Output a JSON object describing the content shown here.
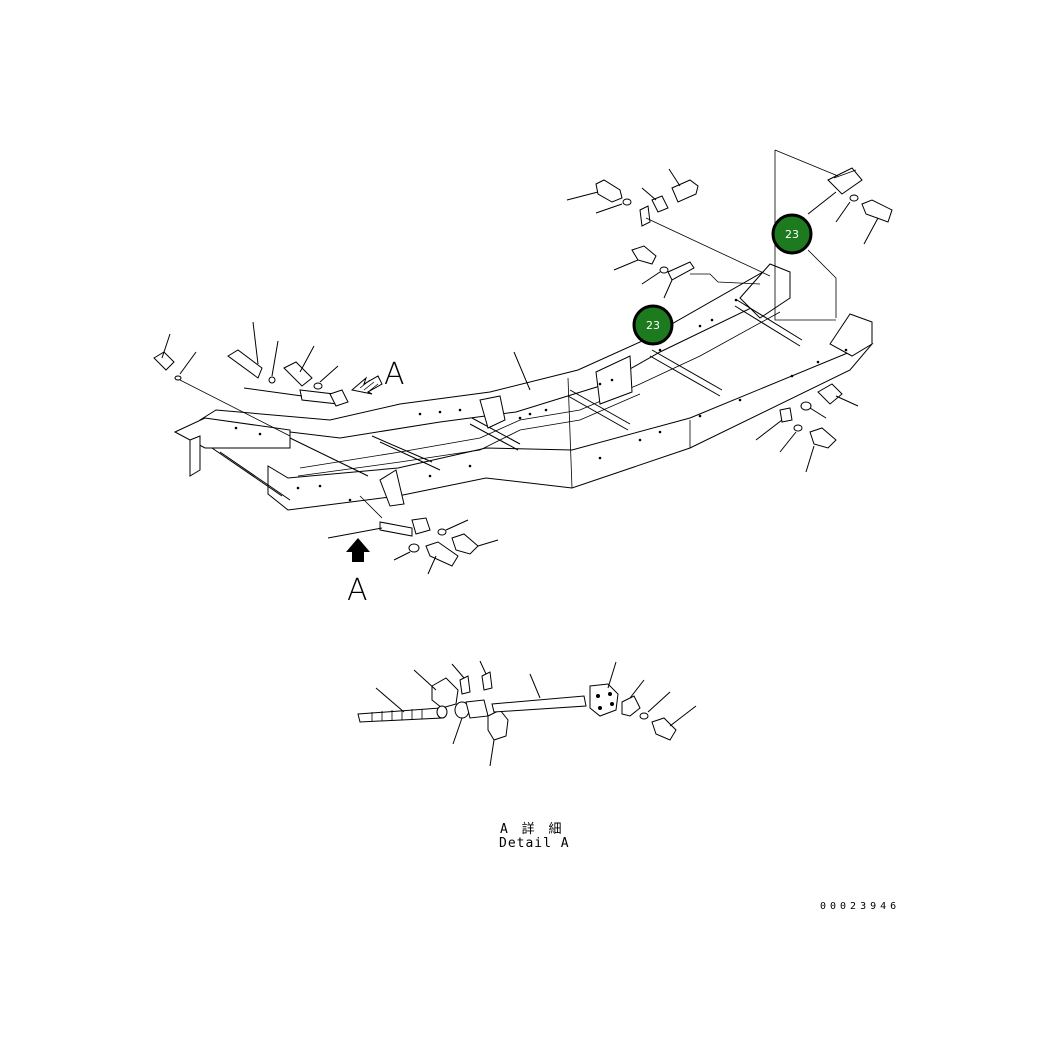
{
  "diagram": {
    "view_label_top": "A",
    "view_label_bottom": "A",
    "callouts": [
      {
        "id": "callout-1",
        "label": "23"
      },
      {
        "id": "callout-2",
        "label": "23"
      }
    ],
    "detail_caption_jp": "A 詳 細",
    "detail_caption_en": "Detail A",
    "drawing_number": "00023946",
    "colors": {
      "callout_fill": "#1e7a1e",
      "callout_ring": "#000000",
      "line": "#000000"
    }
  }
}
